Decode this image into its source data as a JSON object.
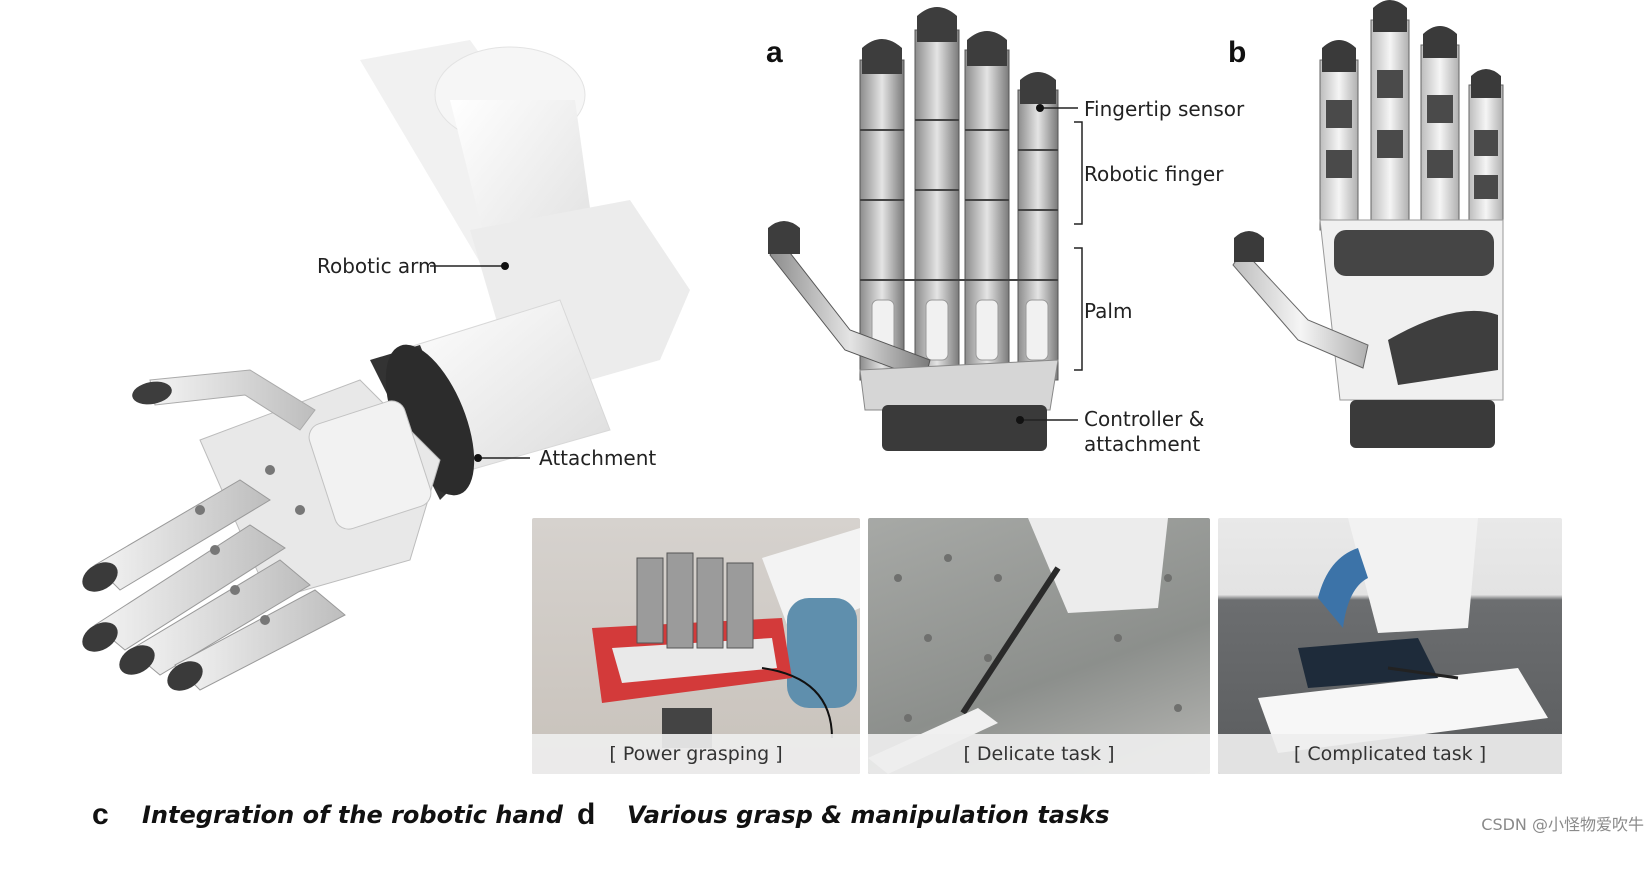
{
  "panels": {
    "a": "a",
    "b": "b",
    "c": "c",
    "d": "d"
  },
  "callouts_left": {
    "robotic_arm": "Robotic arm",
    "attachment": "Attachment"
  },
  "callouts_a": {
    "fingertip_sensor": "Fingertip sensor",
    "robotic_finger": "Robotic finger",
    "palm": "Palm",
    "controller_line1": "Controller &",
    "controller_line2": "attachment"
  },
  "captions": {
    "c": "Integration of the robotic hand",
    "d": "Various grasp & manipulation tasks"
  },
  "tasks": [
    {
      "label": "[ Power grasping ]"
    },
    {
      "label": "[ Delicate task ]"
    },
    {
      "label": "[ Complicated task ]"
    }
  ],
  "watermark": "CSDN @小怪物爱吹牛"
}
